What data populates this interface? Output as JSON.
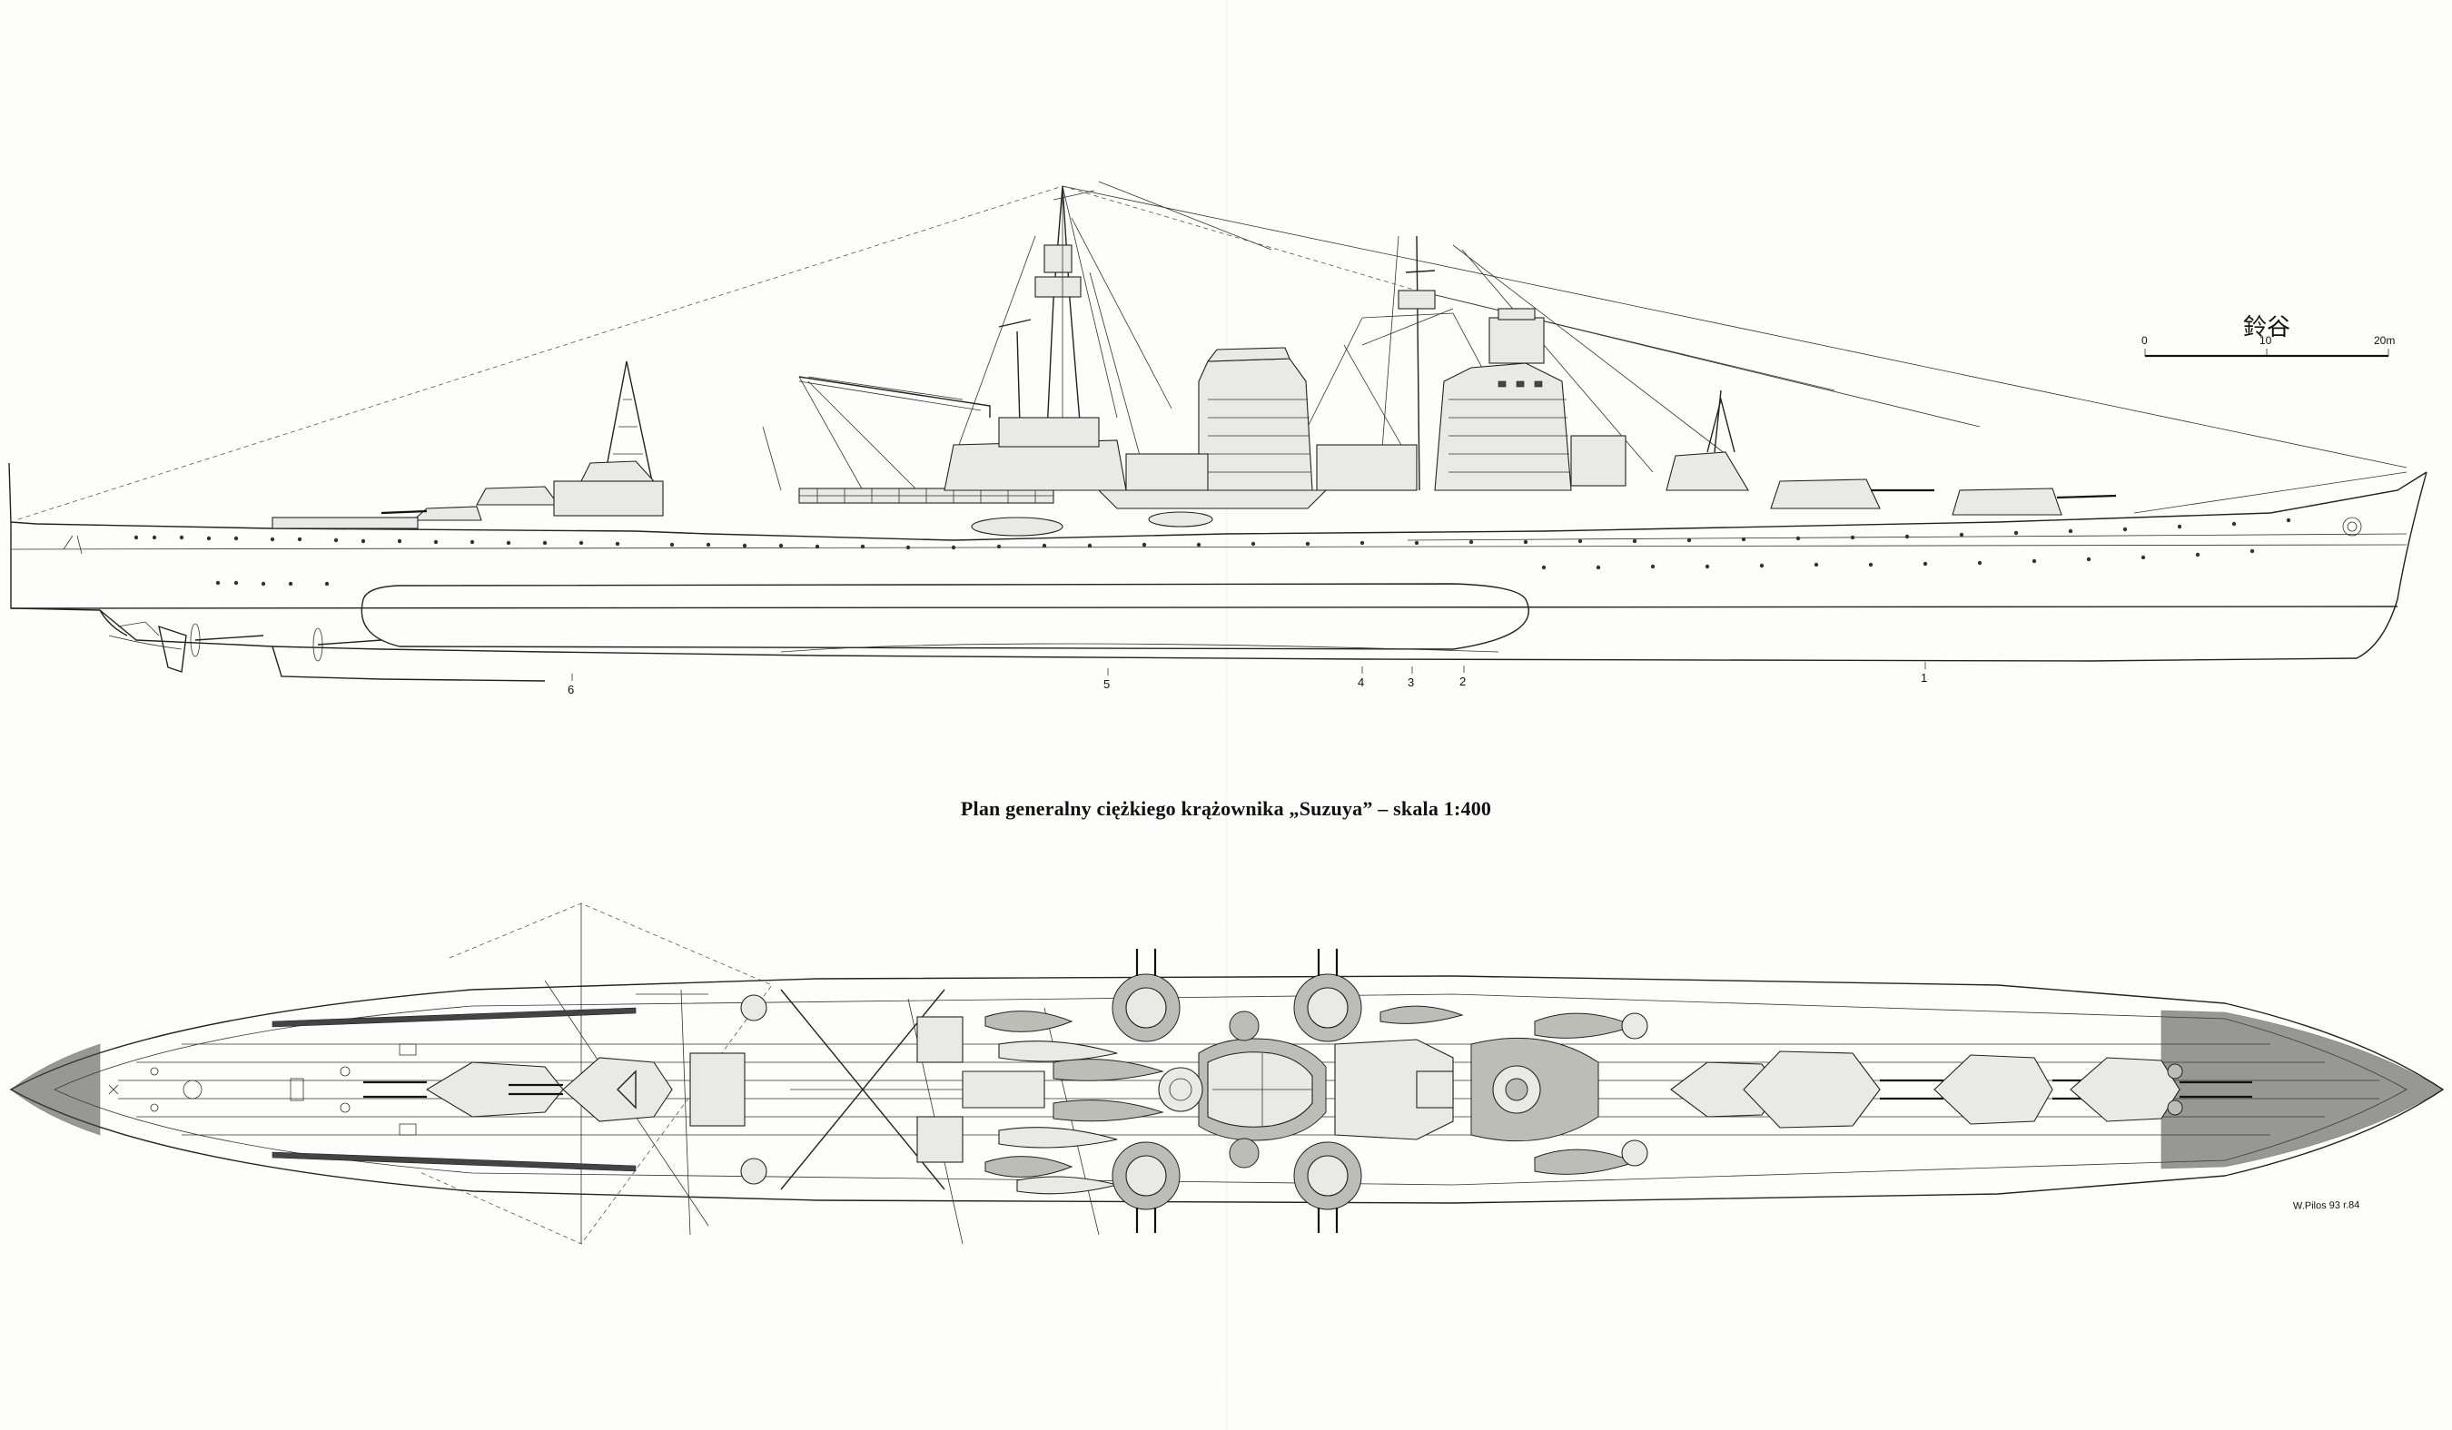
{
  "drawing": {
    "title": "Plan generalny ciężkiego krążownika „Suzuya” – skala 1:400",
    "ship_name_kanji": "鈴谷",
    "scale_bar": {
      "labels": [
        "0",
        "10",
        "20m"
      ]
    },
    "frame_labels": [
      "6",
      "5",
      "4",
      "3",
      "2",
      "1"
    ],
    "signature": "W.Pilos 93 r.84"
  },
  "colors": {
    "ink": "#222222",
    "paper": "#fdfdfc",
    "hatch": "#444444"
  },
  "icons": [
    "side-elevation",
    "plan-view",
    "scale-bar"
  ]
}
